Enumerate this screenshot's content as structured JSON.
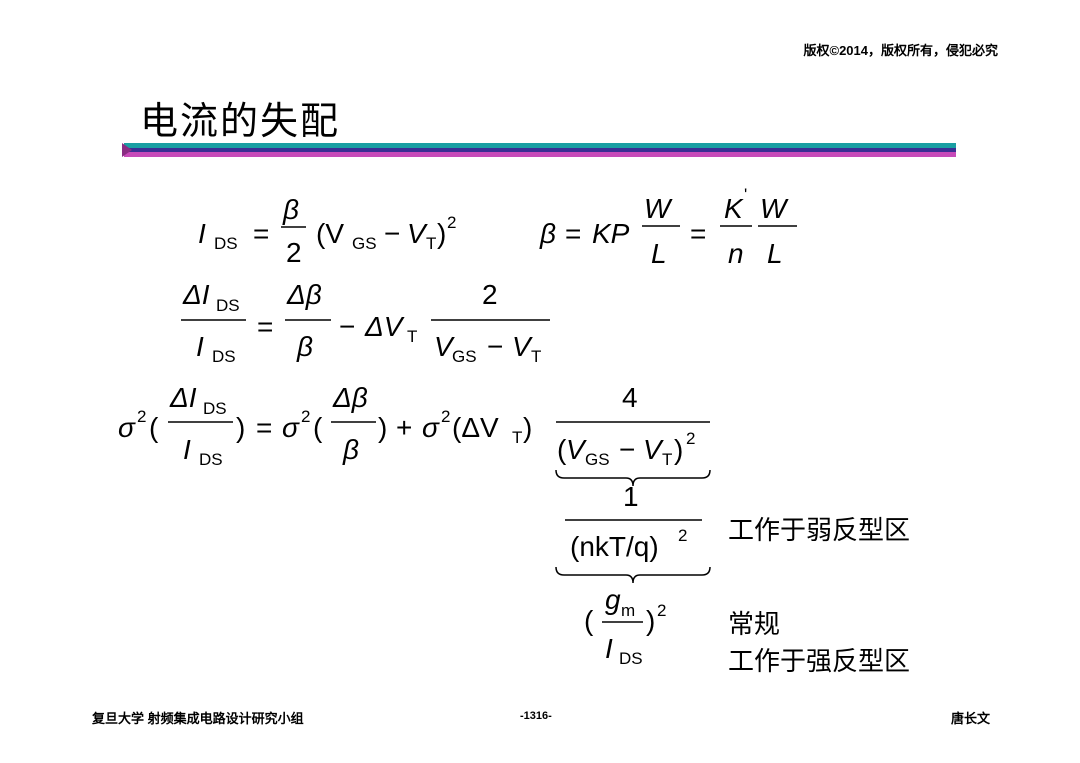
{
  "header": {
    "copyright": "版权©2014，版权所有，侵犯必究"
  },
  "slide": {
    "title": "电流的失配"
  },
  "equations": {
    "eq1": {
      "lhs": "I",
      "lhs_sub": "DS",
      "num": "β",
      "den": "2",
      "paren_open": "(V",
      "vgs_sub": "GS",
      "minus": "−",
      "vt": "V",
      "vt_sub": "T",
      "close": ")",
      "power": "2"
    },
    "eq2": {
      "beta": "β",
      "eq": "=",
      "kp": "KP",
      "W": "W",
      "L": "L",
      "K": "K",
      "prime": "'",
      "n": "n"
    },
    "eq3": {
      "dI": "ΔI",
      "ds": "DS",
      "I": "I",
      "dbeta": "Δβ",
      "beta": "β",
      "minus": "−",
      "dV": "ΔV",
      "t": "T",
      "two": "2",
      "vgs": "V",
      "gs": "GS",
      "vt": "V"
    },
    "eq4": {
      "sigma": "σ",
      "sq": "2",
      "paren": "(",
      "dI": "ΔI",
      "ds": "DS",
      "I": "I",
      "close": ")",
      "eq": "=",
      "dbeta": "Δβ",
      "beta": "β",
      "plus": "+",
      "dvt": "(ΔV",
      "t": "T",
      "four": "4",
      "one": "1",
      "nkt": "(nkT/q)",
      "gm": "g",
      "m": "m"
    }
  },
  "notes": {
    "weak": "工作于弱反型区",
    "normal": "常规",
    "strong": "工作于强反型区"
  },
  "footer": {
    "left": "复旦大学  射频集成电路设计研究小组",
    "page": "-1316-",
    "right": "唐长文"
  }
}
